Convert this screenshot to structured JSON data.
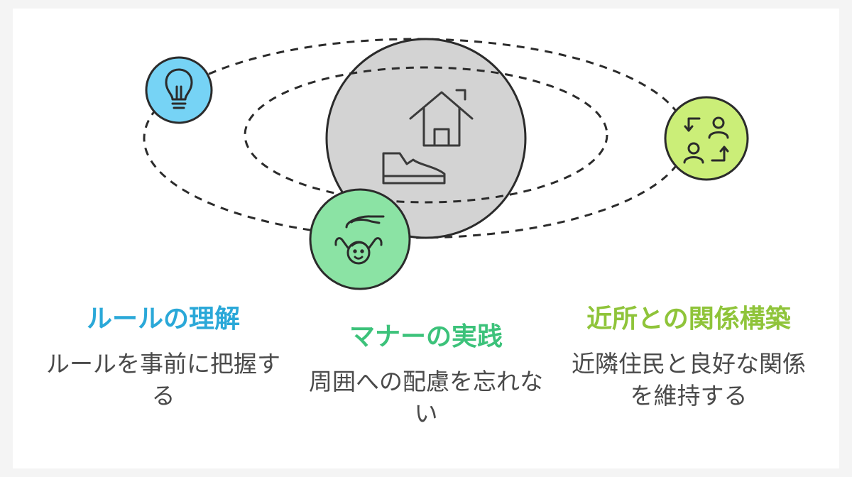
{
  "colors": {
    "background": "#ffffff",
    "rules": "#2aa8d8",
    "rules_fill": "#76d3f5",
    "manners": "#3cc27a",
    "manners_fill": "#8be3a4",
    "relations": "#8fc43a",
    "relations_fill": "#cbee78",
    "center_fill": "#d3d3d3",
    "stroke": "#2b2b2b"
  },
  "icons": {
    "rules": "lightbulb-icon",
    "manners": "caring-hand-child-icon",
    "relations": "people-exchange-icon",
    "center_top": "house-icon",
    "center_bottom": "shoe-icon"
  },
  "items": [
    {
      "title": "ルールの理解",
      "description": "ルールを事前に把握する"
    },
    {
      "title": "マナーの実践",
      "description": "周囲への配慮を忘れない"
    },
    {
      "title": "近所との関係構築",
      "description": "近隣住民と良好な関係を維持する"
    }
  ]
}
